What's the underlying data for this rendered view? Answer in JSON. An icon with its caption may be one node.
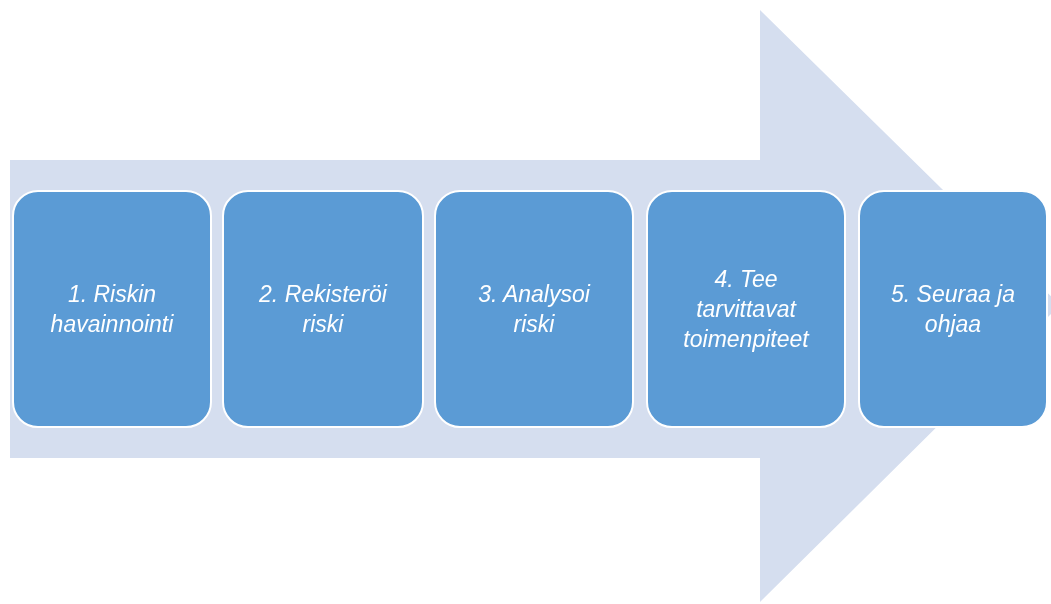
{
  "diagram": {
    "nodes": [
      {
        "text": [
          "1. Riskin havainnointi"
        ]
      },
      {
        "text": [
          "2. Rekisteröi riski"
        ]
      },
      {
        "text": [
          "3. Analysoi riski"
        ]
      },
      {
        "text": [
          "4. Tee tarvittavat toimenpiteet"
        ]
      },
      {
        "text": [
          "5. Seuraa ja ohjaa"
        ]
      }
    ],
    "edges": [
      {
        "from": 0,
        "to": 4,
        "arrow": "to"
      }
    ]
  }
}
